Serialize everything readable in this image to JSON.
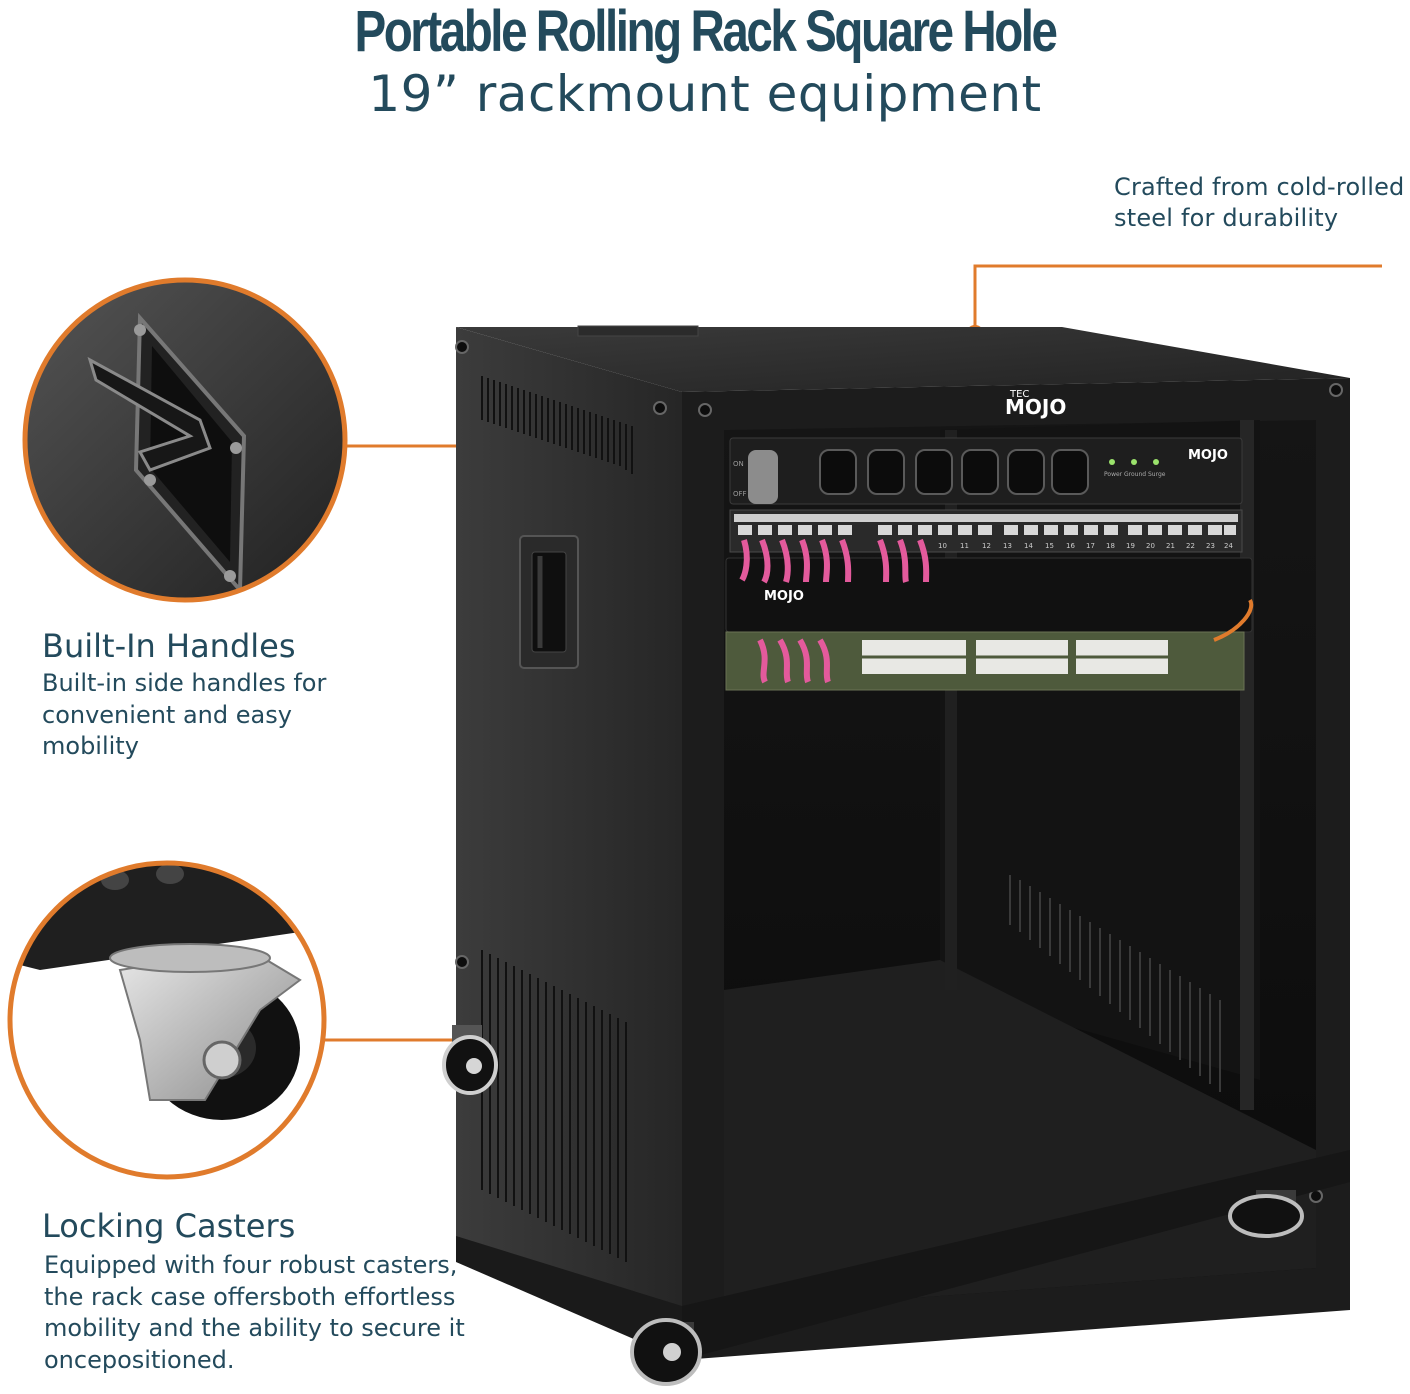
{
  "header": {
    "title": "Portable Rolling Rack Square Hole",
    "subtitle": "19” rackmount equipment"
  },
  "callouts": {
    "steel": {
      "line1": "Crafted from cold-rolled",
      "line2": "steel for durability"
    }
  },
  "features": {
    "handles": {
      "title": "Built-In Handles",
      "desc": [
        "Built-in side handles for",
        "convenient and easy",
        "mobility"
      ]
    },
    "casters": {
      "title": "Locking Casters",
      "desc": [
        "Equipped with four robust casters,",
        "the rack case offersboth effortless",
        "mobility and the ability to secure it",
        "oncepositioned."
      ]
    }
  },
  "product": {
    "brand_top": "TEC",
    "brand": "MOJO",
    "pdu_labels": [
      "Power",
      "Ground",
      "Surge"
    ],
    "patch_port_numbers": [
      "10",
      "11",
      "12",
      "13",
      "14",
      "15",
      "16",
      "17",
      "18",
      "19",
      "20",
      "21",
      "22",
      "23",
      "24"
    ],
    "switch_labels": [
      "ON",
      "OFF"
    ]
  },
  "colors": {
    "accent": "#e07b2c",
    "text": "#234a5c",
    "cabinet": "#1b1b1b",
    "cable": "#e35a9c"
  }
}
